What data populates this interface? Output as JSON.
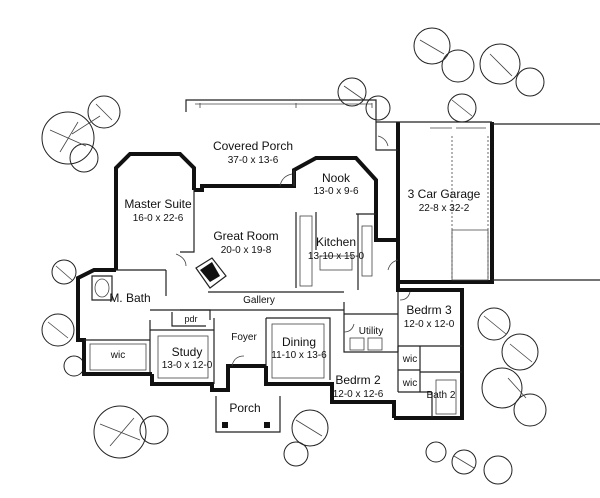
{
  "rooms": {
    "covered_porch": {
      "name": "Covered Porch",
      "dims": "37-0 x 13-6"
    },
    "nook": {
      "name": "Nook",
      "dims": "13-0 x 9-6"
    },
    "master_suite": {
      "name": "Master Suite",
      "dims": "16-0 x 22-6"
    },
    "great_room": {
      "name": "Great Room",
      "dims": "20-0 x 19-8"
    },
    "kitchen": {
      "name": "Kitchen",
      "dims": "13-10 x 15-0"
    },
    "garage": {
      "name": "3 Car Garage",
      "dims": "22-8 x 32-2"
    },
    "m_bath": {
      "name": "M. Bath"
    },
    "pdr": {
      "name": "pdr"
    },
    "gallery": {
      "name": "Gallery"
    },
    "foyer": {
      "name": "Foyer"
    },
    "dining": {
      "name": "Dining",
      "dims": "11-10 x 13-6"
    },
    "utility": {
      "name": "Utility"
    },
    "bedrm3": {
      "name": "Bedrm 3",
      "dims": "12-0 x 12-0"
    },
    "wic_master": {
      "name": "wic"
    },
    "study": {
      "name": "Study",
      "dims": "13-0 x 12-0"
    },
    "bedrm2": {
      "name": "Bedrm 2",
      "dims": "12-0 x 12-6"
    },
    "wic_b3": {
      "name": "wic"
    },
    "wic_b2": {
      "name": "wic"
    },
    "bath2": {
      "name": "Bath 2"
    },
    "porch": {
      "name": "Porch"
    }
  }
}
